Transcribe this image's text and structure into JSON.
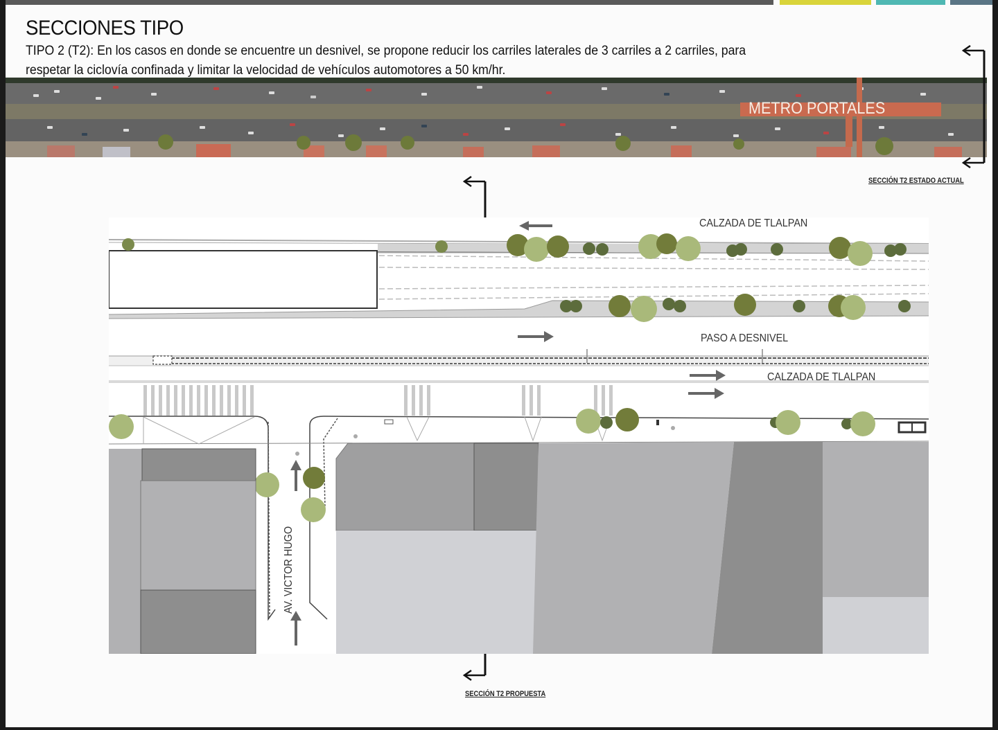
{
  "header": {
    "title": "SECCIONES TIPO",
    "description_line1": "TIPO 2 (T2): En los casos en donde se encuentre un desnivel, se propone reducir los carriles laterales de 3 carriles a 2 carriles, para",
    "description_line2": "respetar la ciclovía confinada y limitar la velocidad de vehículos automotores a 50 km/hr.",
    "accent_bars": [
      {
        "name": "dark-gray-bar",
        "color": "#5a5a5a"
      },
      {
        "name": "yellow-bar",
        "color": "#d9d43a"
      },
      {
        "name": "teal-bar",
        "color": "#4fb8b3"
      },
      {
        "name": "slate-bar",
        "color": "#5a7585"
      }
    ]
  },
  "aerial_photo": {
    "label": "METRO PORTALES",
    "section_label": "SECCIÓN T2 ESTADO ACTUAL"
  },
  "plan": {
    "labels": {
      "calzada_top": "CALZADA DE TLALPAN",
      "paso_desnivel": "PASO A DESNIVEL",
      "calzada_bottom": "CALZADA DE TLALPAN",
      "av_victor_hugo": "AV. VICTOR HUGO"
    },
    "section_label": "SECCIÓN T2 PROPUESTA"
  },
  "colors": {
    "tree_light": "#a9b97a",
    "tree_dark": "#6f7a3c",
    "block_dark": "#8e8e8e",
    "block_mid": "#b1b1b3",
    "block_light": "#d0d1d5",
    "arrow": "#666666"
  }
}
